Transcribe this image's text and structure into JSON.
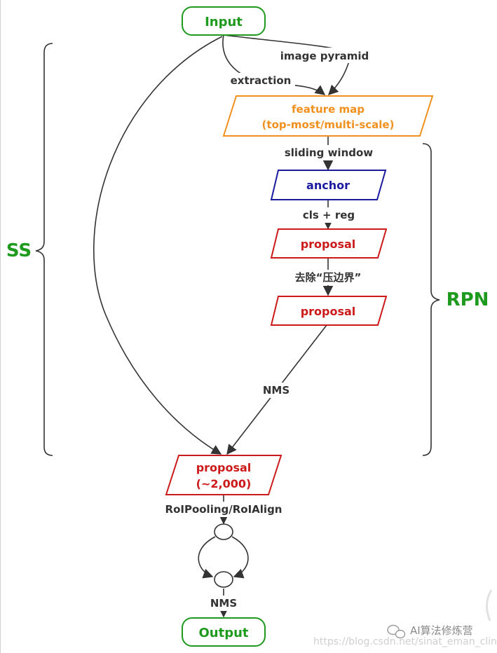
{
  "nodes": {
    "input": "Input",
    "feature_map_line1": "feature map",
    "feature_map_line2": "(top-most/multi-scale)",
    "anchor": "anchor",
    "proposal_1": "proposal",
    "proposal_2": "proposal",
    "proposal_final_line1": "proposal",
    "proposal_final_line2": "(~2,000)",
    "output": "Output"
  },
  "edge_labels": {
    "image_pyramid": "image pyramid",
    "extraction": "extraction",
    "sliding_window": "sliding window",
    "cls_reg": "cls + reg",
    "remove_boundary": "去除“压边界”",
    "nms_1": "NMS",
    "roi": "RoIPooling/RoIAlign",
    "nms_2": "NMS"
  },
  "brackets": {
    "left": "SS",
    "right": "RPN"
  },
  "watermark": {
    "brand": "AI算法修炼营",
    "url": "https://blog.csdn.net/sinat_eman_clin"
  },
  "colors": {
    "green": "#1e9a1e",
    "orange": "#f0901e",
    "blue": "#1a1aa0",
    "red": "#cc1a1a"
  }
}
